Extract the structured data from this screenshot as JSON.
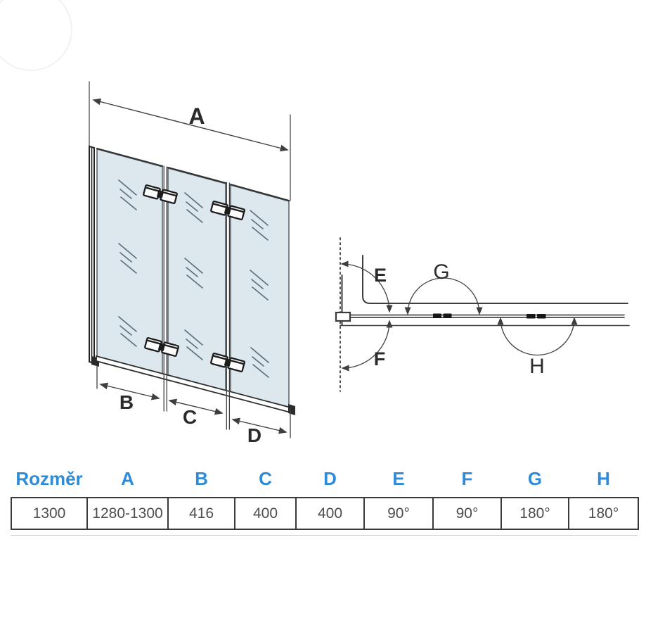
{
  "diagram": {
    "front_view": {
      "width_label": "A",
      "panel_labels": [
        "B",
        "C",
        "D"
      ]
    },
    "top_view": {
      "angle_labels": [
        "E",
        "F",
        "G",
        "H"
      ]
    }
  },
  "table": {
    "header_label": "Rozměr",
    "columns": [
      "A",
      "B",
      "C",
      "D",
      "E",
      "F",
      "G",
      "H"
    ],
    "row_values": [
      "1300",
      "1280-1300",
      "416",
      "400",
      "400",
      "90°",
      "90°",
      "180°",
      "180°"
    ]
  },
  "colors": {
    "accent_blue": "#2e8bd8",
    "glass_fill": "#dde8ee",
    "line": "#3f3f3f",
    "value_text": "#4d4d4d"
  }
}
